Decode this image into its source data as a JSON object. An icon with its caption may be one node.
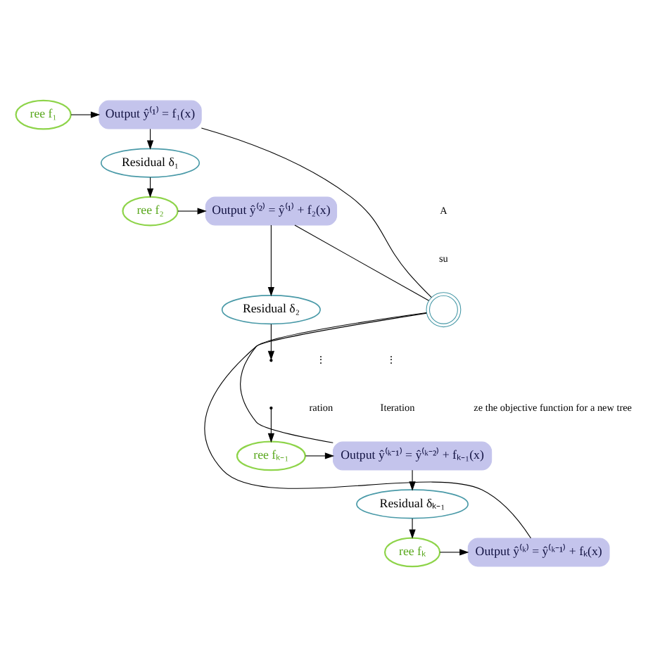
{
  "diagram": {
    "nodes": [
      {
        "text": [
          "ree f₁"
        ]
      },
      {
        "text": [
          "Output ŷ⁽¹⁾ = f₁(x)"
        ]
      },
      {
        "text": [
          "Residual δ₁"
        ]
      },
      {
        "text": [
          "ree f₂"
        ]
      },
      {
        "text": [
          "Output ŷ⁽²⁾ = ŷ⁽¹⁾ + f₂(x)"
        ]
      },
      {
        "text": [
          "Residual δ₂"
        ]
      },
      {
        "text": [
          "ree fₖ₋₁"
        ]
      },
      {
        "text": [
          "Output ŷ⁽ᵏ⁻¹⁾ = ŷ⁽ᵏ⁻²⁾ + fₖ₋₁(x)"
        ]
      },
      {
        "text": [
          "Residual δₖ₋₁"
        ]
      },
      {
        "text": [
          "ree fₖ"
        ]
      },
      {
        "text": [
          "Output ŷ⁽ᵏ⁾ = ŷ⁽ᵏ⁻¹⁾ + fₖ(x)"
        ]
      },
      {
        "text": [],
        "shape": "circle"
      }
    ],
    "edges": [
      {
        "from": 0,
        "to": 1,
        "arrow": "to"
      },
      {
        "from": 1,
        "to": 2,
        "arrow": "to"
      },
      {
        "from": 2,
        "to": 3,
        "arrow": "to"
      },
      {
        "from": 3,
        "to": 4,
        "arrow": "to"
      },
      {
        "from": 4,
        "to": 5,
        "arrow": "to"
      },
      {
        "from": 5,
        "to": null,
        "arrow": "to"
      },
      {
        "from": null,
        "to": 6,
        "arrow": "to"
      },
      {
        "from": 6,
        "to": 7,
        "arrow": "to"
      },
      {
        "from": 7,
        "to": 8,
        "arrow": "to"
      },
      {
        "from": 8,
        "to": 9,
        "arrow": "to"
      },
      {
        "from": 9,
        "to": 10,
        "arrow": "to"
      },
      {
        "from": 1,
        "to": 11,
        "arrow": "none"
      },
      {
        "from": 4,
        "to": 11,
        "arrow": "none"
      },
      {
        "from": 7,
        "to": 11,
        "arrow": "none"
      },
      {
        "from": 10,
        "to": 11,
        "arrow": "none"
      }
    ],
    "labels": [
      "⋮",
      "⋮",
      "ration",
      "Iteration",
      "ze the objective function for a new tree",
      "A",
      "su"
    ]
  }
}
